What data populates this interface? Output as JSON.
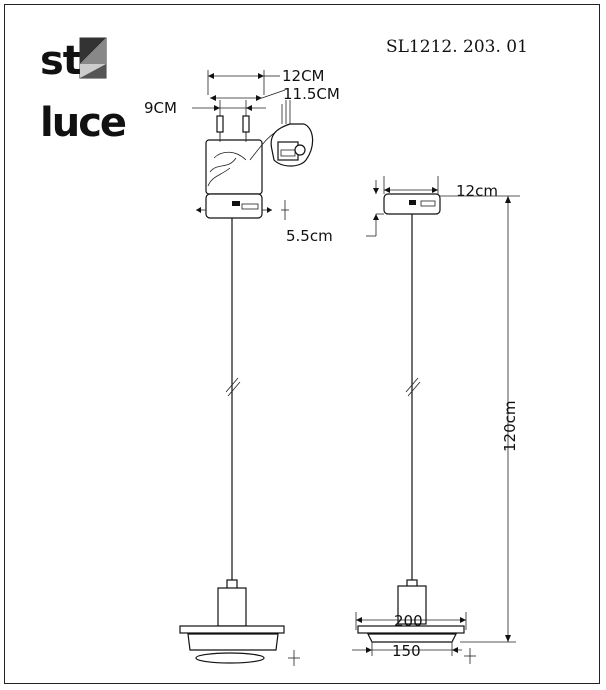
{
  "brand": {
    "logo_line1": "st",
    "logo_line2": "luce"
  },
  "model_code": "SL1212. 203. 01",
  "left_view": {
    "dim_outer_width": "12CM",
    "dim_inner_width": "11.5CM",
    "dim_mount_spacing": "9CM"
  },
  "right_view": {
    "dim_canopy_width": "12cm",
    "dim_canopy_height": "5.5cm",
    "dim_cord_length": "120cm",
    "dim_shade_width": "200",
    "dim_shade_inner": "150"
  },
  "colors": {
    "line": "#111111",
    "logo_dark": "#333333",
    "logo_mid": "#888888",
    "logo_light": "#cccccc"
  }
}
